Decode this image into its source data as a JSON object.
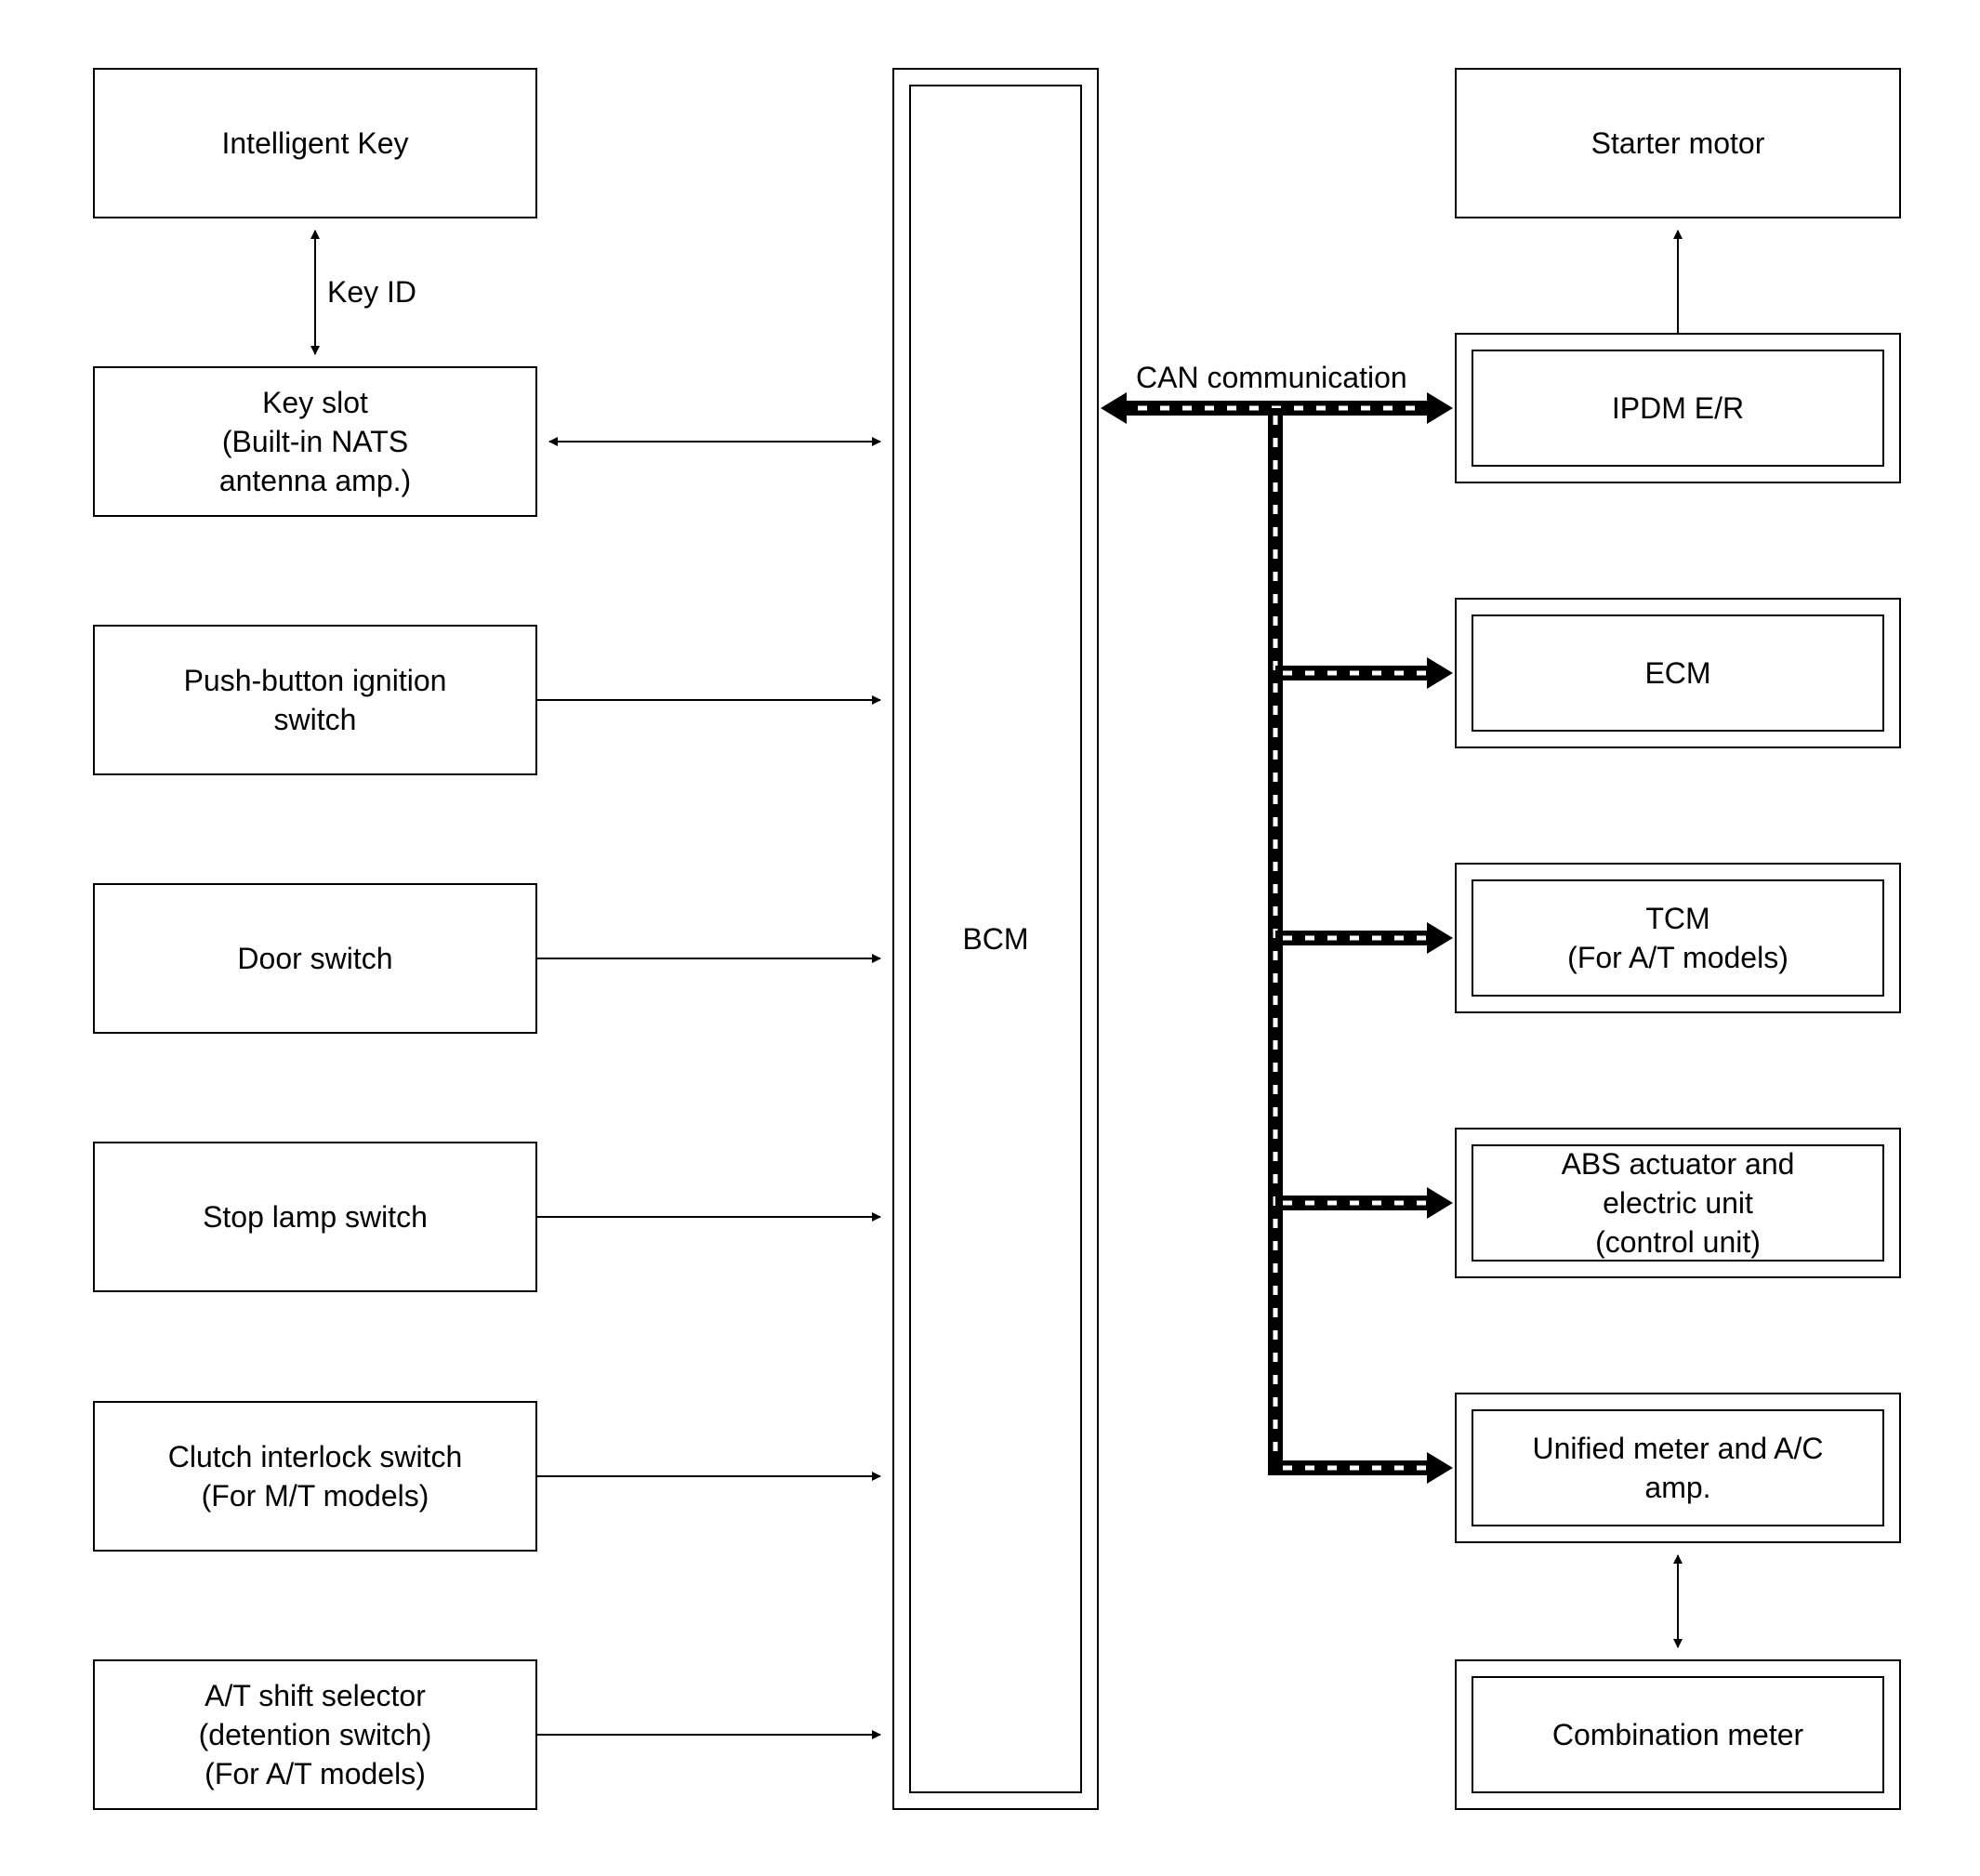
{
  "left_blocks": {
    "intelligent_key": "Intelligent Key",
    "key_slot": "Key slot\n(Built-in NATS\nantenna amp.)",
    "push_button_ignition": "Push-button ignition\nswitch",
    "door_switch": "Door switch",
    "stop_lamp_switch": "Stop lamp switch",
    "clutch_interlock_switch": "Clutch interlock switch\n(For M/T models)",
    "at_shift_selector": "A/T shift selector\n(detention switch)\n(For A/T models)"
  },
  "center_block": {
    "bcm": "BCM"
  },
  "right_blocks": {
    "starter_motor": "Starter motor",
    "ipdm": "IPDM E/R",
    "ecm": "ECM",
    "tcm": "TCM\n(For A/T models)",
    "abs": "ABS actuator and\nelectric unit\n(control unit)",
    "unified_meter": "Unified meter and A/C\namp.",
    "combination_meter": "Combination meter"
  },
  "labels": {
    "key_id": "Key ID",
    "can_communication": "CAN communication"
  }
}
